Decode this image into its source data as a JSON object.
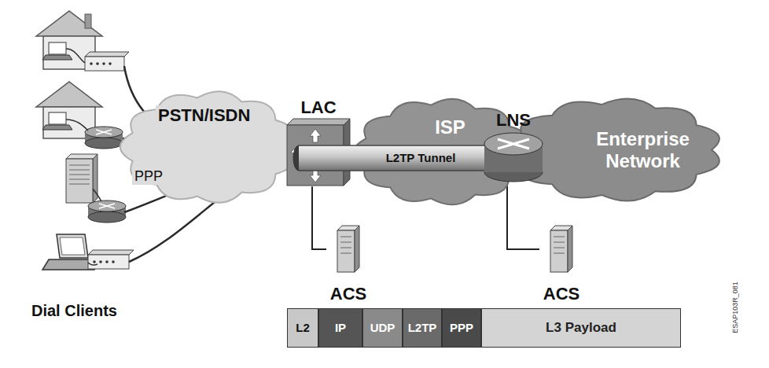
{
  "diagram": {
    "nodes": [
      {
        "text": [
          "PSTN/ISDN",
          "PPP"
        ]
      },
      {
        "text": [
          "LAC"
        ]
      },
      {
        "text": [
          "ISP"
        ]
      },
      {
        "text": [
          "L2TP Tunnel"
        ]
      },
      {
        "text": [
          "LNS"
        ]
      },
      {
        "text": [
          "Enterprise Network"
        ]
      },
      {
        "text": [
          "ACS"
        ]
      },
      {
        "text": [
          "ACS"
        ]
      },
      {
        "text": [
          "L2"
        ]
      },
      {
        "text": [
          "IP"
        ]
      },
      {
        "text": [
          "UDP"
        ]
      },
      {
        "text": [
          "L2TP"
        ]
      },
      {
        "text": [
          "PPP"
        ]
      },
      {
        "text": [
          "L3 Payload"
        ]
      }
    ],
    "edges": [
      {
        "from": 1,
        "to": 6,
        "arrow": "none"
      },
      {
        "from": 4,
        "to": 7,
        "arrow": "none"
      }
    ],
    "labels": [
      "Dial Clients",
      "ESAP103R_081"
    ]
  }
}
